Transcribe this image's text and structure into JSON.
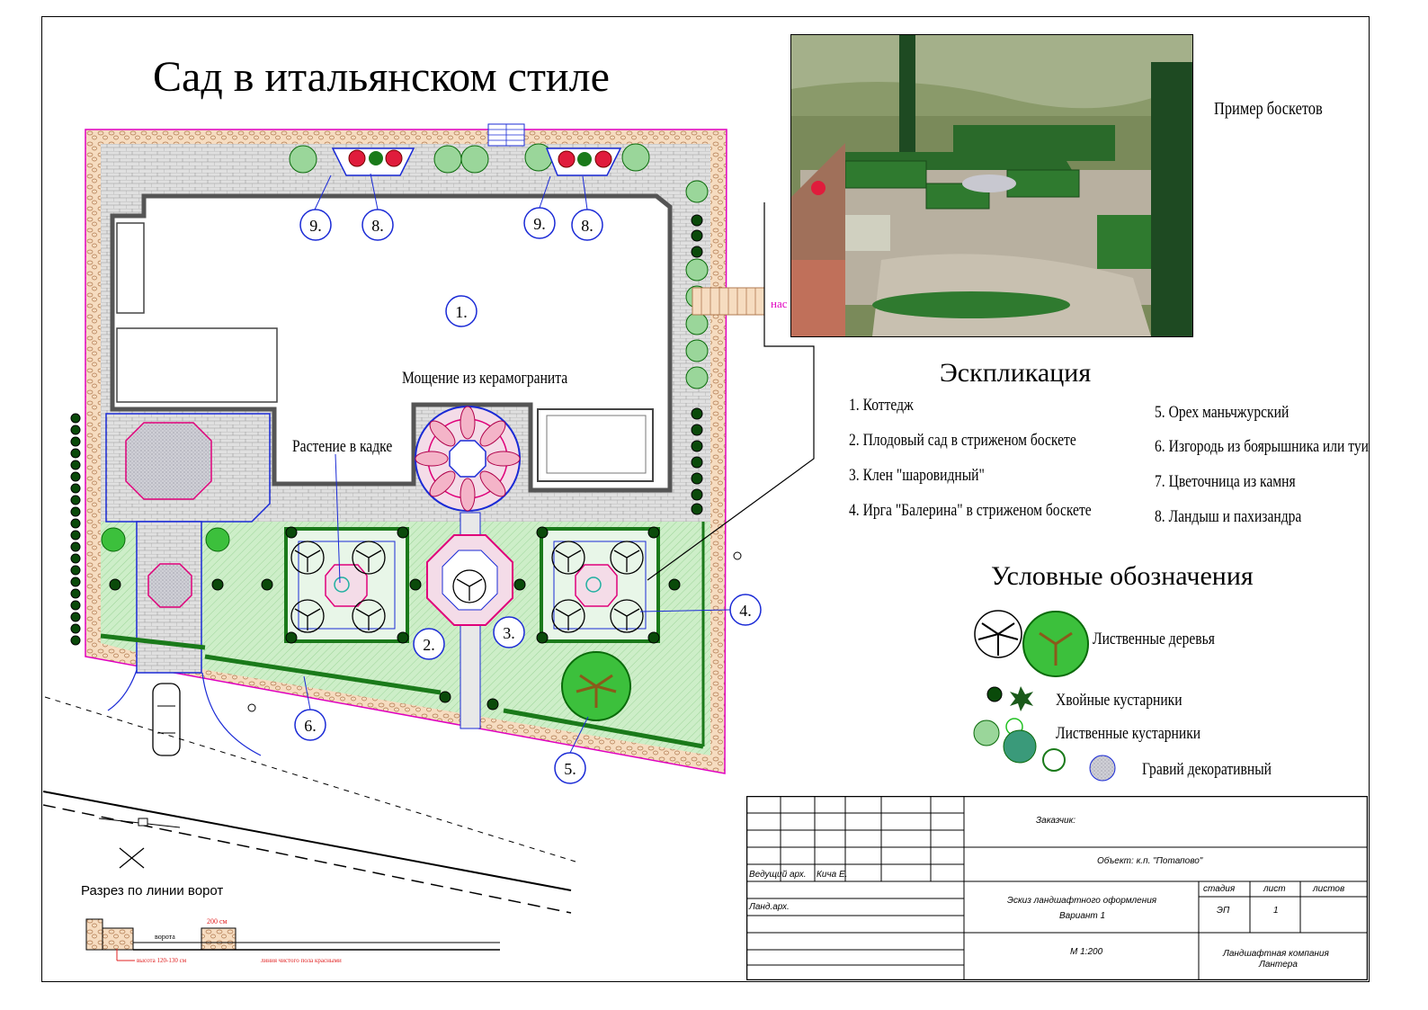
{
  "title": "Сад в итальянском стиле",
  "photo": {
    "caption": "Пример боскетов"
  },
  "plan": {
    "labels": {
      "paving": "Мощение из керамогранита",
      "plant_in_tub": "Растение в кадке",
      "house_number": "1.",
      "gate_label": "нас"
    },
    "markers": [
      "9.",
      "8.",
      "9.",
      "8.",
      "2.",
      "3.",
      "4.",
      "5.",
      "6."
    ]
  },
  "explication": {
    "title": "Эскпликация",
    "items_left": [
      "1. Коттедж",
      "2. Плодовый сад в стриженом боскете",
      "3. Клен \"шаровидный\"",
      "4. Ирга \"Балерина\" в стриженом боскете"
    ],
    "items_right": [
      "5. Орех маньчжурский",
      "6. Изгородь из боярышника или туи",
      "7. Цветочница из камня",
      "8. Ландыш и пахизандра"
    ]
  },
  "legend": {
    "title": "Условные обозначения",
    "items": [
      "Лиственные деревья",
      "Хвойные кустарники",
      "Лиственные кустарники",
      "Гравий декоративный"
    ]
  },
  "section": {
    "title": "Разрез по линии ворот",
    "gate": "ворота",
    "width": "200 см",
    "height": "высота 120-130 см",
    "floor": "линия чистого пола красными"
  },
  "stamp": {
    "customer": "Заказчик:",
    "object": "Объект: к.п. \"Потапово\"",
    "lead_arch": "Ведущий арх.",
    "lead_name": "Кича Е.",
    "land_arch": "Ланд.арх.",
    "project": "Эскиз ландшафтного оформления",
    "variant": "Вариант 1",
    "stage_h": "стадия",
    "sheet_h": "лист",
    "sheets_h": "листов",
    "stage": "ЭП",
    "sheet": "1",
    "scale": "М 1:200",
    "company": "Ландшафтная компания",
    "company_name": "Лантера"
  },
  "colors": {
    "lawn": "#c9efc4",
    "paving": "#d8d8d8",
    "border": "#f0c8a0",
    "hedge": "#1a7a1a",
    "marker": "#1a2ad6",
    "rose": "#e01c3c"
  }
}
